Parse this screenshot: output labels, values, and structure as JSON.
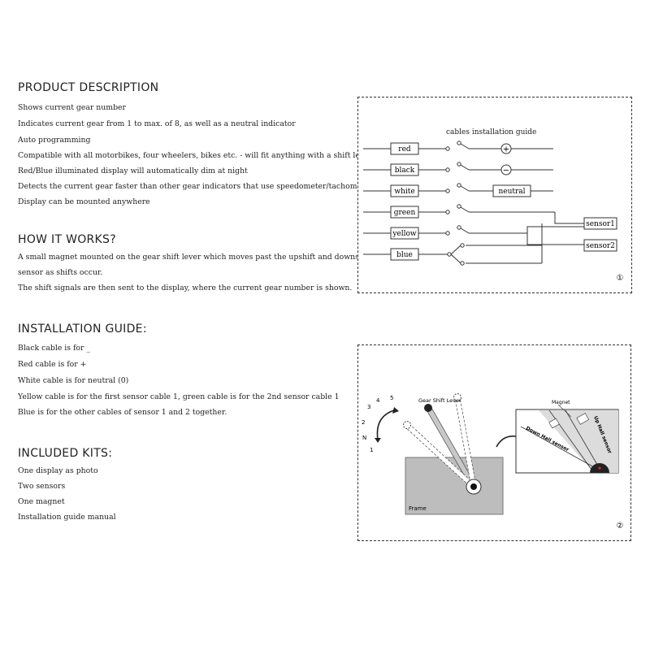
{
  "product": {
    "heading": "PRODUCT DESCRIPTION",
    "lines": [
      "Shows current gear number",
      "Indicates current gear from 1 to max. of 8, as well as a neutral indicator",
      "Auto programming",
      "Compatible with all motorbikes, four wheelers, bikes etc. - will fit anything with a shift lever",
      "Red/Blue illuminated display will automatically dim at night",
      "Detects the current gear faster than other gear indicators that use  speedometer/tachometer signal",
      "Display can be mounted anywhere"
    ]
  },
  "how": {
    "heading": "HOW IT WORKS?",
    "lines": [
      "A small magnet mounted on the gear shift lever which moves past the upshift and downshift",
      "sensor as shifts occur.",
      "The shift signals are then sent to the display, where the current gear number is shown."
    ]
  },
  "install": {
    "heading": "INSTALLATION GUIDE:",
    "lines": [
      "Black cable is for _",
      "Red cable is for +",
      "White cable is for neutral (0)",
      "Yellow cable is for the first sensor cable 1, green cable is for the 2nd sensor cable 1",
      "Blue is for the other cables of sensor 1 and 2 together."
    ]
  },
  "kits": {
    "heading": "INCLUDED KITS:",
    "lines": [
      "One display as photo",
      "Two sensors",
      "One magnet",
      "Installation guide manual"
    ]
  },
  "diagram1": {
    "title": "cables installation guide",
    "cables": [
      "red",
      "black",
      "white",
      "green",
      "yellow",
      "blue"
    ],
    "plus": "+",
    "minus": "−",
    "neutral": "neutral",
    "sensor1": "sensor1",
    "sensor2": "sensor2",
    "number": "①"
  },
  "diagram2": {
    "lever_label": "Gear Shift Lever",
    "gears": [
      "5",
      "4",
      "3",
      "2",
      "N",
      "1"
    ],
    "frame_label": "Frame",
    "magnet_label": "Magnet",
    "up_sensor_label": "Up Hall sensor",
    "down_sensor_label": "Down Hall sensor",
    "number": "②"
  }
}
